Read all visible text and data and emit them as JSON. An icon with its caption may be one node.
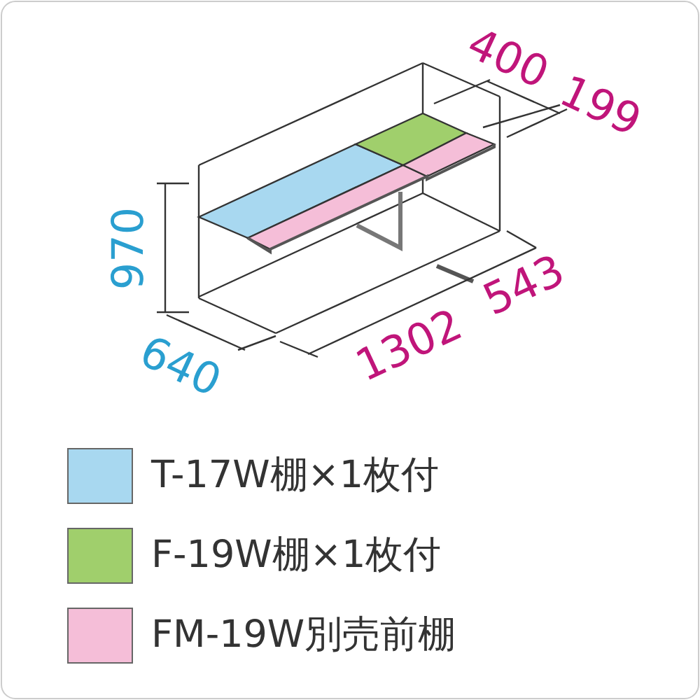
{
  "diagram": {
    "labels": [
      "400",
      "199",
      "970",
      "640",
      "1302",
      "543"
    ],
    "legend": [
      {
        "text": "T-17W棚×1枚付",
        "color": "#a8d8f0"
      },
      {
        "text": "F-19W棚×1枚付",
        "color": "#a0cf6c"
      },
      {
        "text": "FM-19W別売前棚",
        "color": "#f5bed8"
      }
    ]
  }
}
